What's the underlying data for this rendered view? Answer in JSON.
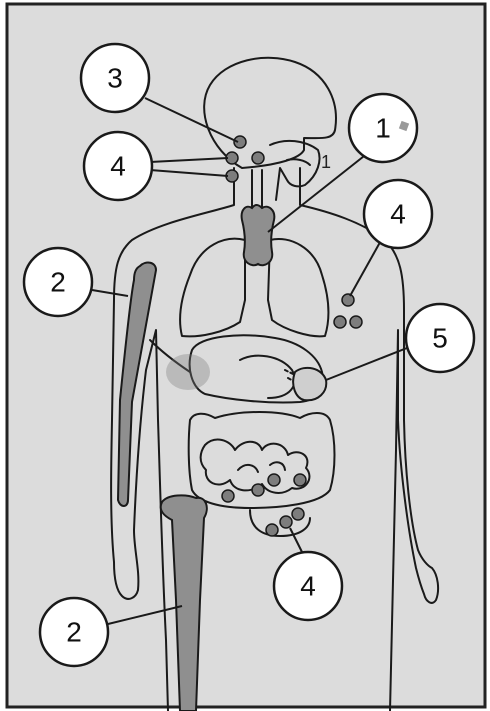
{
  "labels": {
    "thymus": "1",
    "thymus_inner": "1",
    "bone_marrow_arm": "2",
    "bone_marrow_leg": "2",
    "tonsil": "3",
    "nodes_neck": "4",
    "nodes_armpit": "4",
    "nodes_intestine": "4",
    "spleen": "5"
  },
  "colors": {
    "page": "#dcdcdc",
    "outline": "#1a1a1a",
    "bone": "#8f8f8f",
    "node": "#7d7d7d",
    "callout_fill": "#ffffff"
  }
}
